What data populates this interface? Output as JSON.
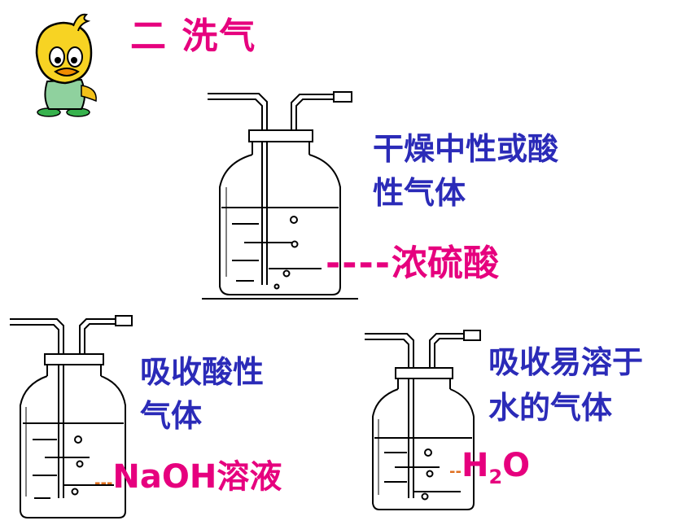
{
  "title": "二 洗气",
  "top_bottle": {
    "desc_line1": "干燥中性或酸",
    "desc_line2": "性气体",
    "reagent": "浓硫酸",
    "leader": "----"
  },
  "left_bottle": {
    "desc_line1": "吸收酸性",
    "desc_line2": "气体",
    "reagent": "NaOH溶液",
    "leader": "---"
  },
  "right_bottle": {
    "desc_line1": "吸收易溶于",
    "desc_line2": "水的气体",
    "reagent_main": "H",
    "reagent_sub": "2",
    "reagent_end": "O",
    "leader": "--"
  },
  "colors": {
    "title": "#e6007e",
    "text": "#2b2bb8",
    "reagent": "#e6007e",
    "leader": "#e07020"
  },
  "icons": [
    "duck-mascot-icon"
  ]
}
